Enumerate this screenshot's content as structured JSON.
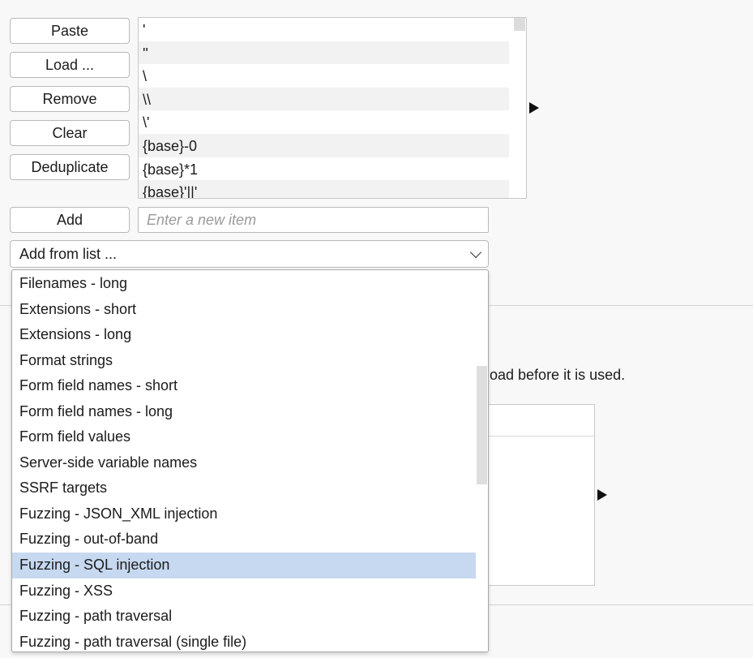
{
  "buttons": {
    "paste": "Paste",
    "load": "Load ...",
    "remove": "Remove",
    "clear": "Clear",
    "deduplicate": "Deduplicate",
    "add": "Add"
  },
  "payload_list": {
    "items": [
      "'",
      "''",
      "\\",
      "\\\\",
      "\\'",
      "{base}-0",
      "{base}*1",
      "{base}'||'"
    ]
  },
  "add_input": {
    "placeholder": "Enter a new item",
    "value": ""
  },
  "add_from_list": {
    "selected": "Add from list ...",
    "options": [
      "Filenames - long",
      "Extensions - short",
      "Extensions - long",
      "Format strings",
      "Form field names - short",
      "Form field names - long",
      "Form field values",
      "Server-side variable names",
      "SSRF targets",
      "Fuzzing - JSON_XML injection",
      "Fuzzing - out-of-band",
      "Fuzzing - SQL injection",
      "Fuzzing - XSS",
      "Fuzzing - path traversal",
      "Fuzzing - path traversal (single file)"
    ],
    "highlighted": "Fuzzing - SQL injection"
  },
  "background": {
    "partial_text": "load before it is used."
  },
  "icons": {
    "payload_list_expand": "triangle-right-icon",
    "processing_list_expand": "triangle-right-icon",
    "dropdown_chevron": "chevron-down-icon"
  },
  "colors": {
    "selection": "#c7d9f0",
    "background": "#f8f8f8"
  }
}
